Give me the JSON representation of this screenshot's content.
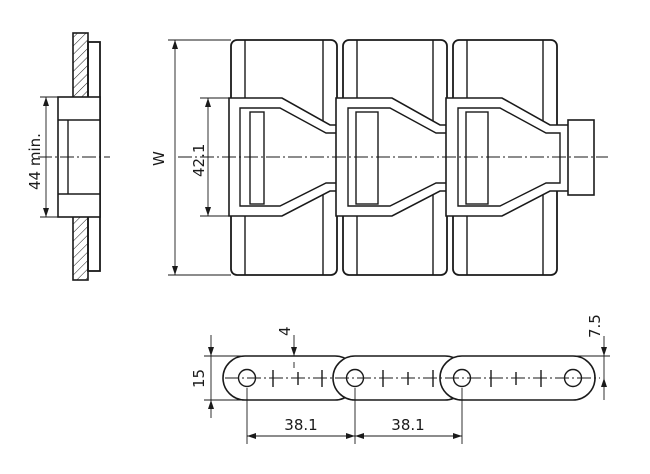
{
  "dimensions": {
    "min_width": "44 min.",
    "total_width": "W",
    "inner_width": "42.1",
    "plate_thickness": "4",
    "pin_offset": "7.5",
    "link_height": "15",
    "pitch_1": "38.1",
    "pitch_2": "38.1"
  },
  "colors": {
    "line": "#1a1a1a",
    "background": "#ffffff"
  }
}
